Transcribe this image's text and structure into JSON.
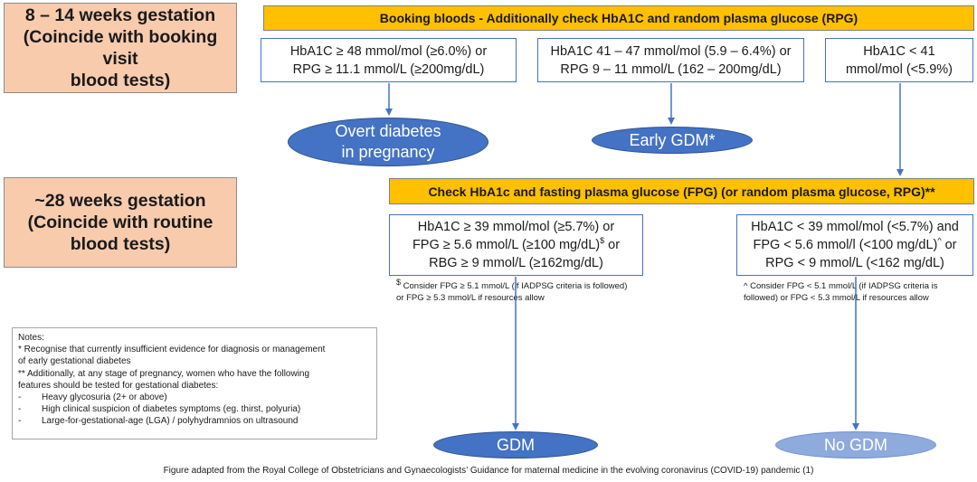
{
  "stages": {
    "booking": "8 – 14 weeks gestation\n(Coincide with booking visit\nblood tests)",
    "week28": "~28 weeks gestation\n(Coincide with routine\nblood tests)"
  },
  "headers": {
    "booking": "Booking bloods - Additionally check HbA1C and random plasma glucose (RPG)",
    "week28": "Check HbA1c and fasting plasma glucose (FPG) (or random plasma glucose, RPG)**"
  },
  "booking_criteria": {
    "overt": [
      "HbA1C ≥ 48 mmol/mol (≥6.0%) or",
      "RPG ≥ 11.1 mmol/L (≥200mg/dL)"
    ],
    "early": [
      "HbA1C 41 – 47 mmol/mol (5.9 – 6.4%) or",
      "RPG 9 – 11 mmol/L (162 – 200mg/dL)"
    ],
    "normal": [
      "HbA1C < 41",
      "mmol/mol (<5.9%)"
    ]
  },
  "week28_criteria": {
    "positive": {
      "line1": "HbA1C ≥ 39 mmol/mol (≥5.7%) or",
      "line2": "FPG ≥ 5.6 mmol/L (≥100 mg/dL)",
      "line2_sup": "$",
      "line2_tail": " or",
      "line3": "RBG ≥ 9 mmol/L (≥162mg/dL)"
    },
    "negative": {
      "line1": "HbA1C < 39 mmol/mol (<5.7%) and",
      "line2": "FPG < 5.6 mmol/l (<100 mg/dL)",
      "line2_sup": "^",
      "line2_tail": " or",
      "line3": "RPG < 9 mmol/L (<162 mg/dL)"
    }
  },
  "footnotes": {
    "positive_sup": "$",
    "positive": [
      " Consider FPG ≥ 5.1 mmol/L (if IADPSG criteria is followed)",
      "or FPG ≥ 5.3 mmol/L if resources allow"
    ],
    "negative": [
      "^ Consider FPG < 5.1 mmol/L (if IADPSG criteria is",
      "followed) or FPG < 5.3 mmol/L if resources allow"
    ]
  },
  "outcomes": {
    "overt": "Overt diabetes\nin pregnancy",
    "early": "Early GDM*",
    "gdm": "GDM",
    "no_gdm": "No GDM"
  },
  "notes": {
    "title": "Notes:",
    "lines": [
      "* Recognise that currently insufficient evidence for diagnosis or management",
      "of early gestational diabetes",
      "** Additionally, at any stage of pregnancy, women who have the following",
      "features  should be tested for gestational diabetes:"
    ],
    "bullets": [
      "Heavy glycosuria (2+ or above)",
      "High clinical suspicion of diabetes symptoms (eg. thirst, polyuria)",
      "Large-for-gestational-age (LGA) / polyhydramnios on ultrasound"
    ],
    "bullet_marker": "-"
  },
  "caption": "Figure adapted from the Royal College of Obstetricians and Gynaecologists’ Guidance for maternal medicine in the evolving coronavirus (COVID-19) pandemic (1)",
  "colors": {
    "stage_fill": "#f8cbad",
    "header_fill": "#ffc000",
    "box_border": "#4472c4",
    "arrow": "#4472c4",
    "outcome_dark": "#4472c4",
    "outcome_light": "#8faadc"
  }
}
